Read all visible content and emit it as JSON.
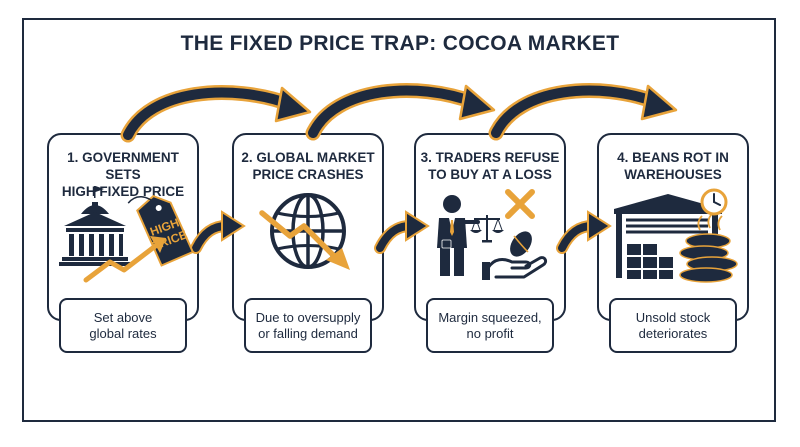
{
  "title": "THE FIXED PRICE TRAP: COCOA MARKET",
  "colors": {
    "navy": "#1e2a3e",
    "gold": "#e8a33a"
  },
  "steps": [
    {
      "title": "1. GOVERNMENT SETS\nHIGH FIXED PRICE",
      "callout": "Set above\nglobal rates",
      "icon": "government-building-price-tag-icon",
      "tag_text": "HIGH\nPRICE"
    },
    {
      "title": "2. GLOBAL MARKET\nPRICE CRASHES",
      "callout": "Due to oversupply\nor falling demand",
      "icon": "globe-falling-arrow-icon"
    },
    {
      "title": "3. TRADERS REFUSE\nTO BUY AT A LOSS",
      "callout": "Margin squeezed,\nno profit",
      "icon": "trader-scales-refuse-icon"
    },
    {
      "title": "4. BEANS ROT IN\nWAREHOUSES",
      "callout": "Unsold stock\ndeteriorates",
      "icon": "warehouse-rotting-sacks-icon"
    }
  ]
}
